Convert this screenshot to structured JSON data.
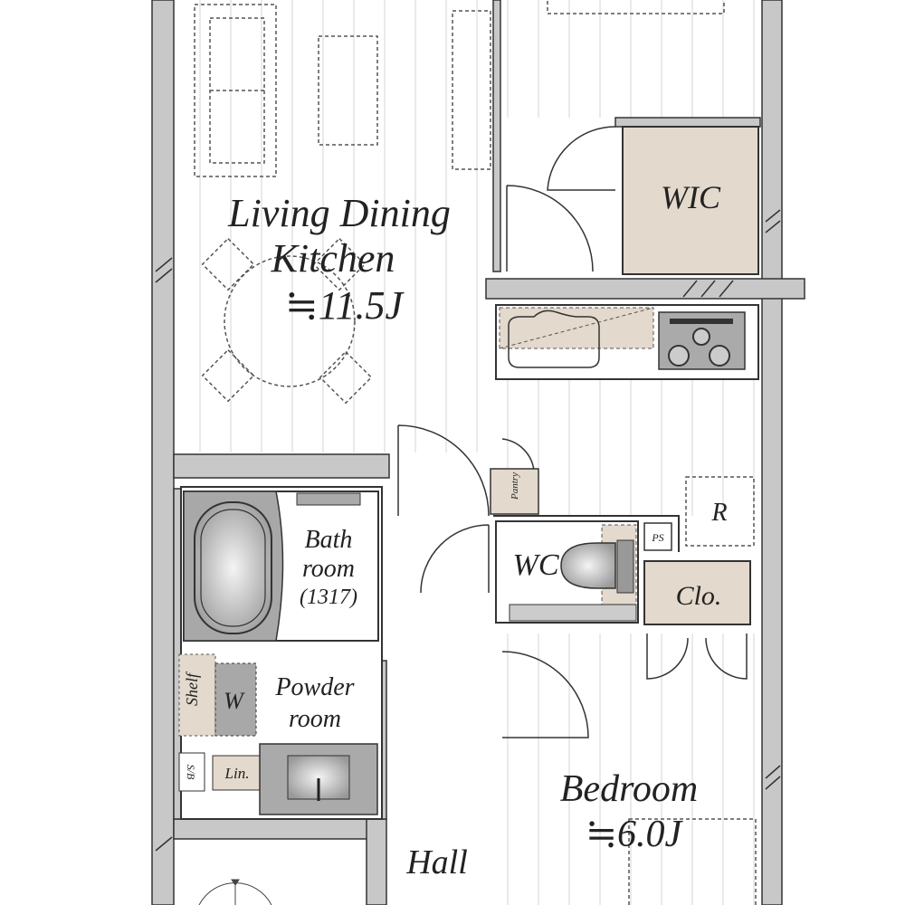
{
  "rooms": {
    "ldk": {
      "line1": "Living Dining",
      "line2": "Kitchen",
      "area": "≒11.5J"
    },
    "wic": "WIC",
    "bath": {
      "line1": "Bath",
      "line2": "room",
      "size": "(1317)"
    },
    "powder": {
      "line1": "Powder",
      "line2": "room"
    },
    "shelf": "Shelf",
    "washer": "W",
    "sb": "S/B",
    "linen": "Lin.",
    "pantry": "Pantry",
    "wc": "WC",
    "ps": "PS",
    "fridge": "R",
    "closet": "Clo.",
    "bedroom": {
      "line1": "Bedroom",
      "area": "≒6.0J"
    },
    "hall": "Hall"
  },
  "colors": {
    "wall": "#c8c8c8",
    "storage": "#e3d9cc",
    "fixture": "#a8a8a8",
    "line": "#333333"
  }
}
